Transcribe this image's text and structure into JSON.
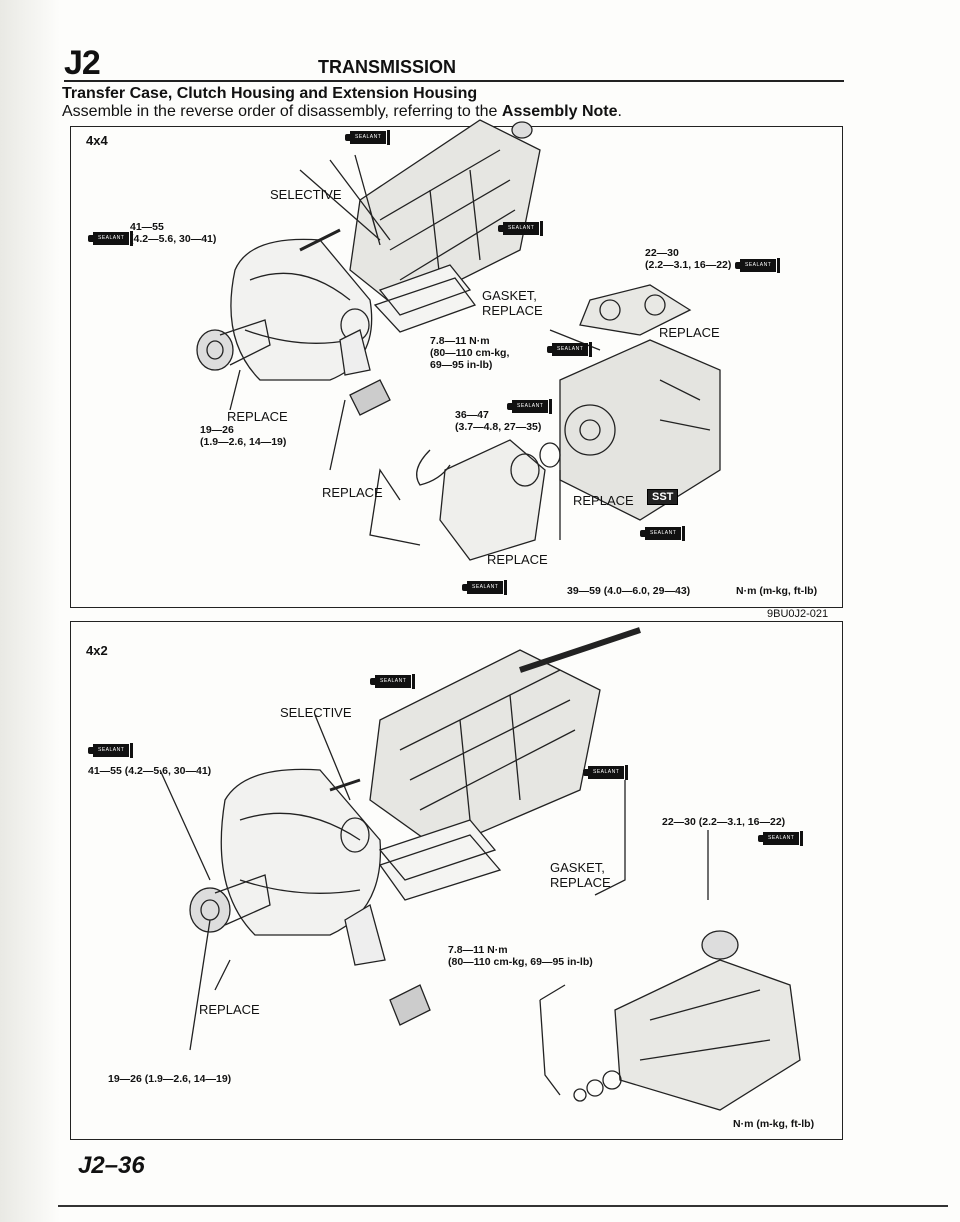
{
  "header": {
    "section_code": "J2",
    "title": "TRANSMISSION"
  },
  "section": {
    "title": "Transfer Case, Clutch Housing and Extension Housing",
    "desc_prefix": "Assemble in the reverse order of disassembly, referring to the ",
    "desc_bold": "Assembly Note",
    "desc_suffix": "."
  },
  "sealant_label": "SEALANT",
  "diagram_4x4": {
    "label": "4x4",
    "selective": "SELECTIVE",
    "torque_clutch_bolt": [
      "41—55",
      "(4.2—5.6, 30—41)"
    ],
    "torque_top_cover": [
      "22—30",
      "(2.2—3.1, 16—22)"
    ],
    "gasket_replace": [
      "GASKET,",
      "REPLACE"
    ],
    "torque_cover_bolt": [
      "7.8—11 N·m",
      "(80—110 cm-kg,",
      "69—95 in-lb)"
    ],
    "replace_right": "REPLACE",
    "replace_left": "REPLACE",
    "torque_left_bottom": [
      "19—26",
      "(1.9—2.6, 14—19)"
    ],
    "torque_mid": [
      "36—47",
      "(3.7—4.8, 27—35)"
    ],
    "replace_mid": "REPLACE",
    "replace_seal": "REPLACE",
    "sst": "SST",
    "replace_bottom": "REPLACE",
    "torque_bottom": "39—59 (4.0—6.0, 29—43)",
    "units": "N·m (m-kg, ft-lb)",
    "figure_code": "9BU0J2-021"
  },
  "diagram_4x2": {
    "label": "4x2",
    "selective": "SELECTIVE",
    "torque_clutch_bolt": "41—55 (4.2—5.6, 30—41)",
    "torque_ext_bolt": "22—30 (2.2—3.1, 16—22)",
    "gasket_replace": [
      "GASKET,",
      "REPLACE"
    ],
    "torque_cover_bolt": [
      "7.8—11 N·m",
      "(80—110 cm-kg, 69—95 in-lb)"
    ],
    "replace_left": "REPLACE",
    "torque_left_bottom": "19—26 (1.9—2.6, 14—19)",
    "units": "N·m (m-kg, ft-lb)"
  },
  "footer": {
    "page_number": "J2–36"
  }
}
